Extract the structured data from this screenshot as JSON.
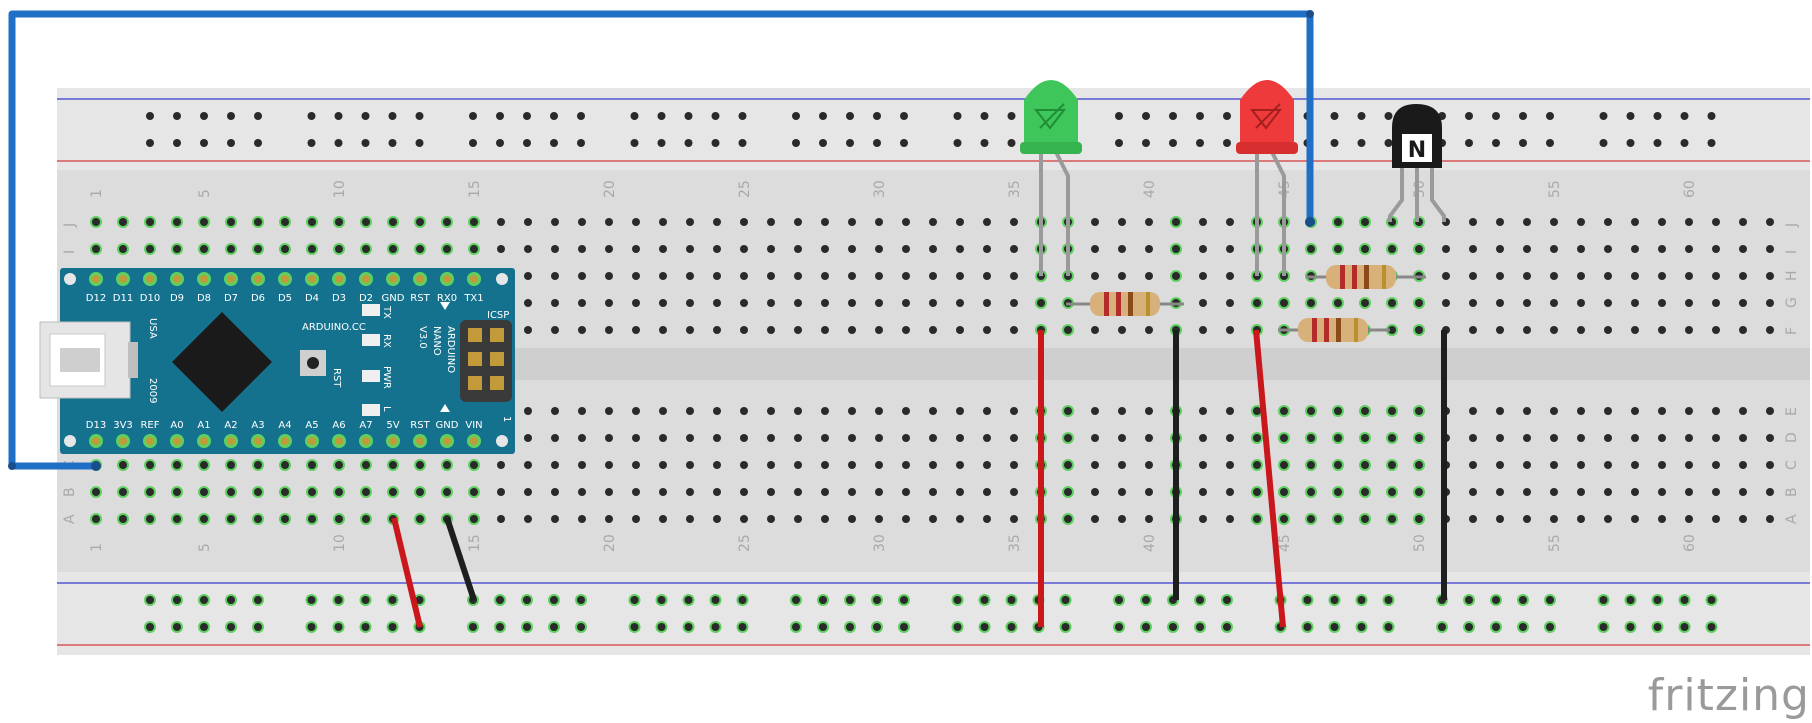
{
  "breadboard": {
    "column_numbers": [
      "1",
      "5",
      "10",
      "15",
      "20",
      "25",
      "30",
      "35",
      "40",
      "45",
      "50",
      "55",
      "60"
    ],
    "row_letters_top": [
      "J",
      "I",
      "H",
      "G",
      "F"
    ],
    "row_letters_bottom": [
      "E",
      "D",
      "C",
      "B",
      "A"
    ]
  },
  "arduino": {
    "top_pins": [
      "D12",
      "D11",
      "D10",
      "D9",
      "D8",
      "D7",
      "D6",
      "D5",
      "D4",
      "D3",
      "D2",
      "GND",
      "RST",
      "RX0",
      "TX1"
    ],
    "bottom_pins": [
      "D13",
      "3V3",
      "REF",
      "A0",
      "A1",
      "A2",
      "A3",
      "A4",
      "A5",
      "A6",
      "A7",
      "5V",
      "RST",
      "GND",
      "VIN"
    ],
    "board_text": [
      "ARDUINO",
      "NANO",
      "V3.0"
    ],
    "brand": "ARDUINO.CC",
    "usa": "USA",
    "year": "2009",
    "icsp": "ICSP",
    "rst_label": "RST",
    "leds": [
      "TX",
      "RX",
      "PWR",
      "L"
    ],
    "icsp_num": "1",
    "color": "#15728f"
  },
  "components": {
    "led_green_color": "#3ec65a",
    "led_red_color": "#ee3a3a",
    "transistor_label": "N",
    "wire_colors": {
      "blue": "#1f6fc7",
      "red": "#c9171b",
      "black": "#1e1e1e"
    }
  },
  "logo": "fritzing"
}
